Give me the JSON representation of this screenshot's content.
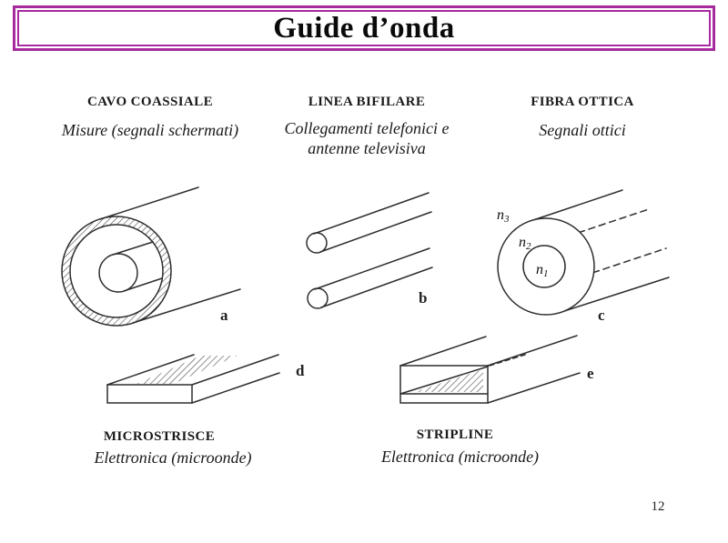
{
  "slide": {
    "title": "Guide d’onda",
    "page_number": "12",
    "accent_color": "#A62A9E",
    "background_color": "#FFFFFF"
  },
  "sections": {
    "coaxial": {
      "heading": "CAVO COASSIALE",
      "description": "Misure (segnali schermati)",
      "figure_label": "a"
    },
    "twin_lead": {
      "heading": "LINEA BIFILARE",
      "description": "Collegamenti telefonici e antenne televisiva",
      "figure_label": "b"
    },
    "fiber": {
      "heading": "FIBRA OTTICA",
      "description": "Segnali ottici",
      "figure_label": "c",
      "refractive_indices": [
        {
          "base": "n",
          "sub": "3"
        },
        {
          "base": "n",
          "sub": "2"
        },
        {
          "base": "n",
          "sub": "1"
        }
      ]
    },
    "microstrip": {
      "heading": "MICROSTRISCE",
      "description": "Elettronica (microonde)",
      "figure_label": "d"
    },
    "stripline": {
      "heading": "STRIPLINE",
      "description": "Elettronica (microonde)",
      "figure_label": "e"
    }
  }
}
